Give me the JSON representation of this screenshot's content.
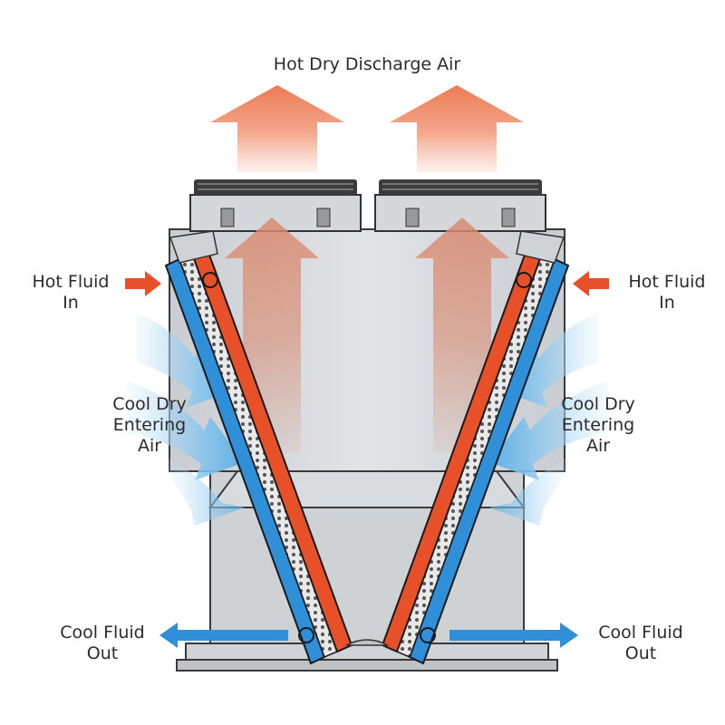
{
  "labels": {
    "discharge": "Hot Dry Discharge Air",
    "hot_in_left": [
      "Hot Fluid",
      "In"
    ],
    "hot_in_right": [
      "Hot Fluid",
      "In"
    ],
    "cool_air_left": [
      "Cool Dry",
      "Entering",
      "Air"
    ],
    "cool_air_right": [
      "Cool Dry",
      "Entering",
      "Air"
    ],
    "cool_out_left": [
      "Cool Fluid",
      "Out"
    ],
    "cool_out_right": [
      "Cool Fluid",
      "Out"
    ]
  },
  "colors": {
    "hot_fluid": "#e8502a",
    "cool_fluid": "#2f8fd8",
    "hot_air": "#ef8a66",
    "cool_air": "#a9d7f3",
    "housing": "#d7dadd"
  },
  "icons": [
    "hot-air-arrow-icon",
    "hot-fluid-arrow-icon",
    "cool-fluid-arrow-icon",
    "cool-air-swirl-icon",
    "fan-icon"
  ]
}
